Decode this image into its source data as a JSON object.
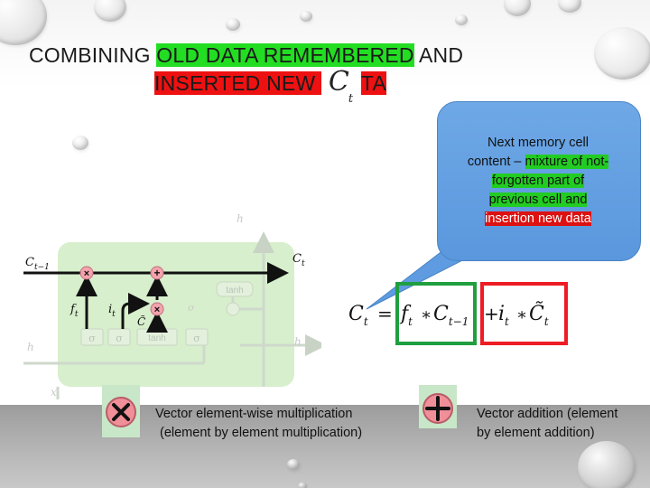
{
  "title": {
    "line1_plain": "COMBINING ",
    "line1_highlight": "OLD DATA REMEMBERED",
    "line1_end": " AND",
    "line2_highlight_a": "INSERTED NEW ",
    "line2_highlight_b": "TA",
    "ct_symbol": "C",
    "ct_sub": "t"
  },
  "callout": {
    "line1": "Next memory cell",
    "line2_plain": "content – ",
    "line2_green": "mixture of not-",
    "line3_green": "forgotten part of",
    "line4_green": "previous cell and",
    "line5_red": "insertion new data"
  },
  "diagram": {
    "labels": {
      "h_t_top": "h",
      "c_prev": "C",
      "c_t": "C",
      "f_t": "f",
      "i_t": "i",
      "o_t": "o",
      "c_tilde": "C̃",
      "h_prev": "h",
      "h_t_right": "h",
      "x_t": "x",
      "tanh_top": "tanh",
      "sigma": "σ",
      "tanh_gate": "tanh"
    }
  },
  "equation": {
    "lhs": "C",
    "lhs_sub": "t",
    "eq": "=",
    "f": "f",
    "f_sub": "t",
    "op1": "∗",
    "c_prev": "C",
    "c_prev_sub": "t−1",
    "plus": "+",
    "i": "i",
    "i_sub": "t",
    "op2": "∗",
    "c_tilde": "C̃",
    "c_tilde_sub": "t"
  },
  "legend": {
    "mult_line1": "Vector element-wise multiplication",
    "mult_line2": "(element by element multiplication)",
    "add_line1": "Vector addition (element",
    "add_line2": "by element addition)"
  },
  "colors": {
    "green_highlight": "#22dd22",
    "red_highlight": "#ee1111",
    "callout_blue": "#5a97dd",
    "lstm_green": "#b9e4a9",
    "op_pink": "#f4a3ad"
  }
}
